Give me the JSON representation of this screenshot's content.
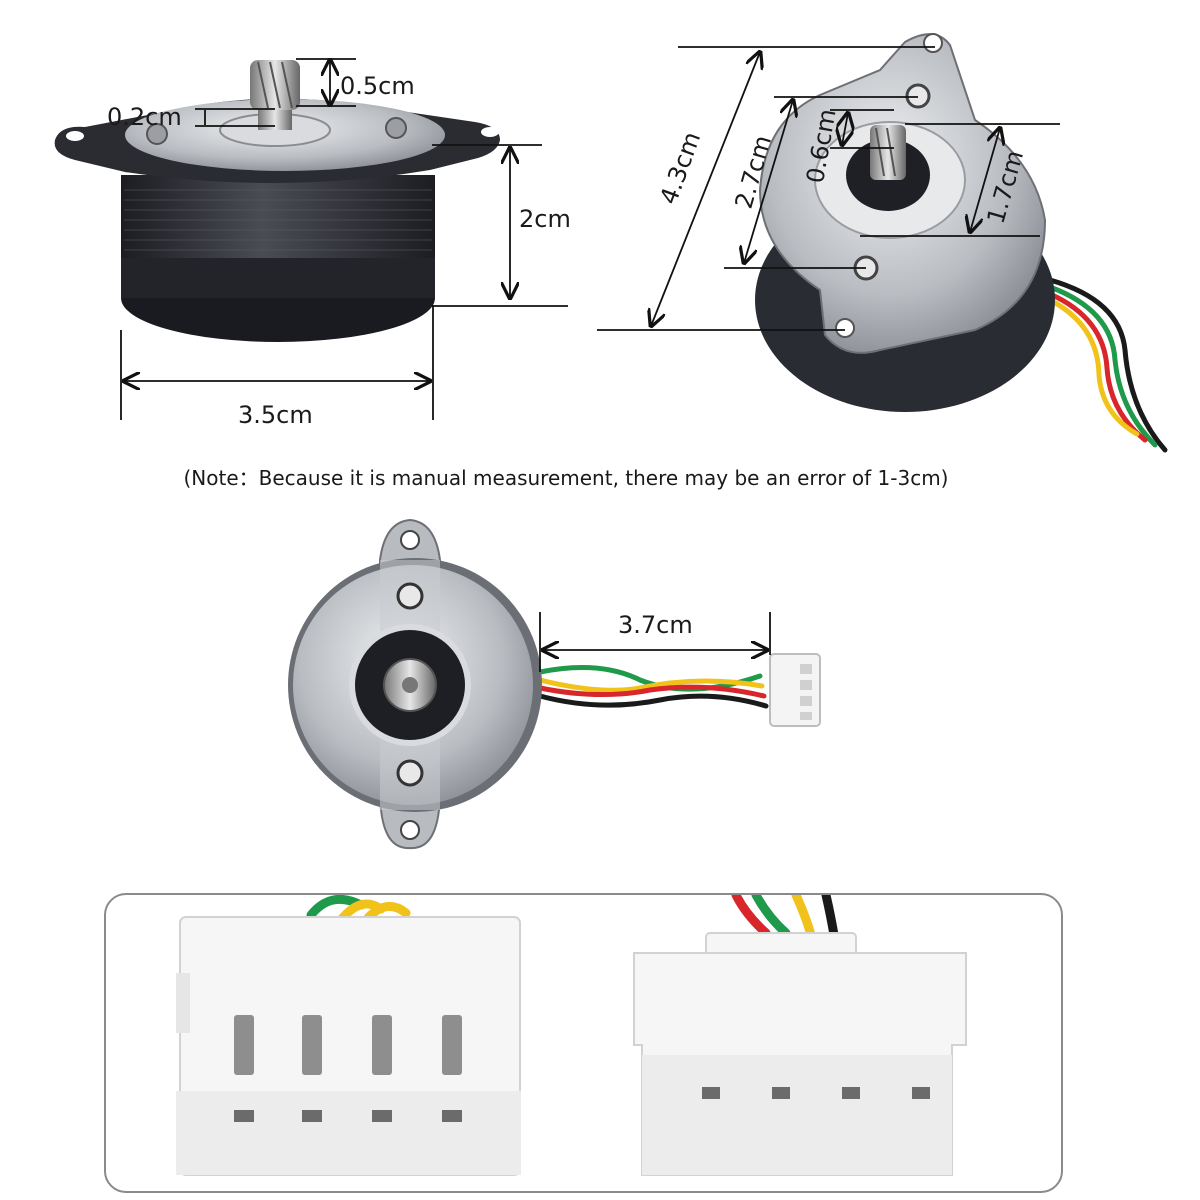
{
  "labels": {
    "shaft_height": "0.5cm",
    "shaft_offset": "0.2cm",
    "body_height": "2cm",
    "body_width": "3.5cm",
    "mount_span": "4.3cm",
    "screw_span": "2.7cm",
    "boss_diameter": "1.7cm",
    "gear_diameter": "0.6cm",
    "cable_length": "3.7cm"
  },
  "note": "(Note：Because it is manual measurement, there may be an error of 1-3cm)",
  "colors": {
    "motor_body": "#2a2c33",
    "metal_plate": "#c9cbcf",
    "wire_yellow": "#f0c21a",
    "wire_green": "#1f9a4a",
    "wire_red": "#d8262a",
    "wire_black": "#1a1a1a",
    "connector": "#f4f4f4"
  }
}
